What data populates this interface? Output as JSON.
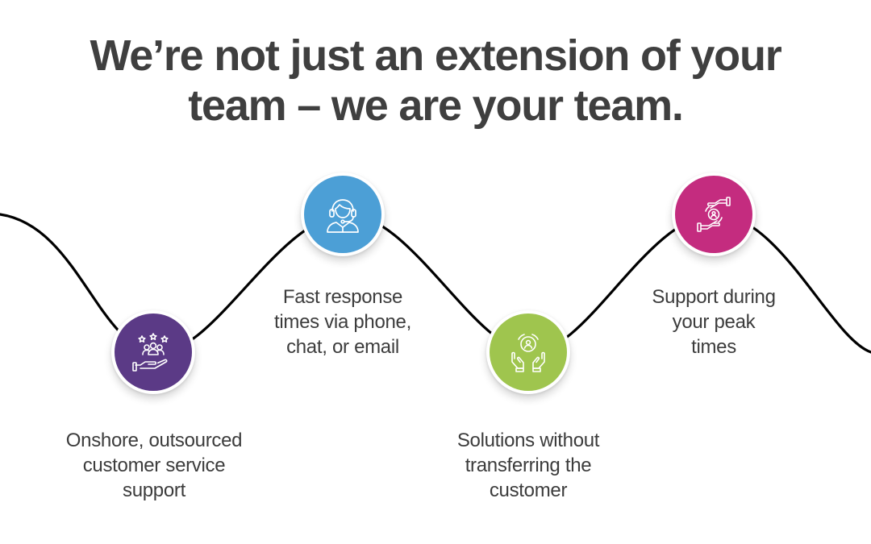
{
  "title": {
    "line1": "We’re not just an extension of your",
    "line2": "team – we are your team."
  },
  "steps": [
    {
      "icon": "customer-service-rating-icon",
      "color": "#5b3a86",
      "lines": [
        "Onshore, outsourced",
        "customer service",
        "support"
      ]
    },
    {
      "icon": "headset-agent-icon",
      "color": "#4c9fd6",
      "lines": [
        "Fast response",
        "times via phone,",
        "chat, or email"
      ]
    },
    {
      "icon": "hands-solution-icon",
      "color": "#9fc54e",
      "lines": [
        "Solutions without",
        "transferring the",
        "customer"
      ]
    },
    {
      "icon": "hands-exchange-icon",
      "color": "#c42c7f",
      "lines": [
        "Support during",
        "your peak",
        "times"
      ]
    }
  ],
  "colors": {
    "title": "#3f3f3f",
    "text": "#3c3c3c",
    "line": "#000000"
  }
}
